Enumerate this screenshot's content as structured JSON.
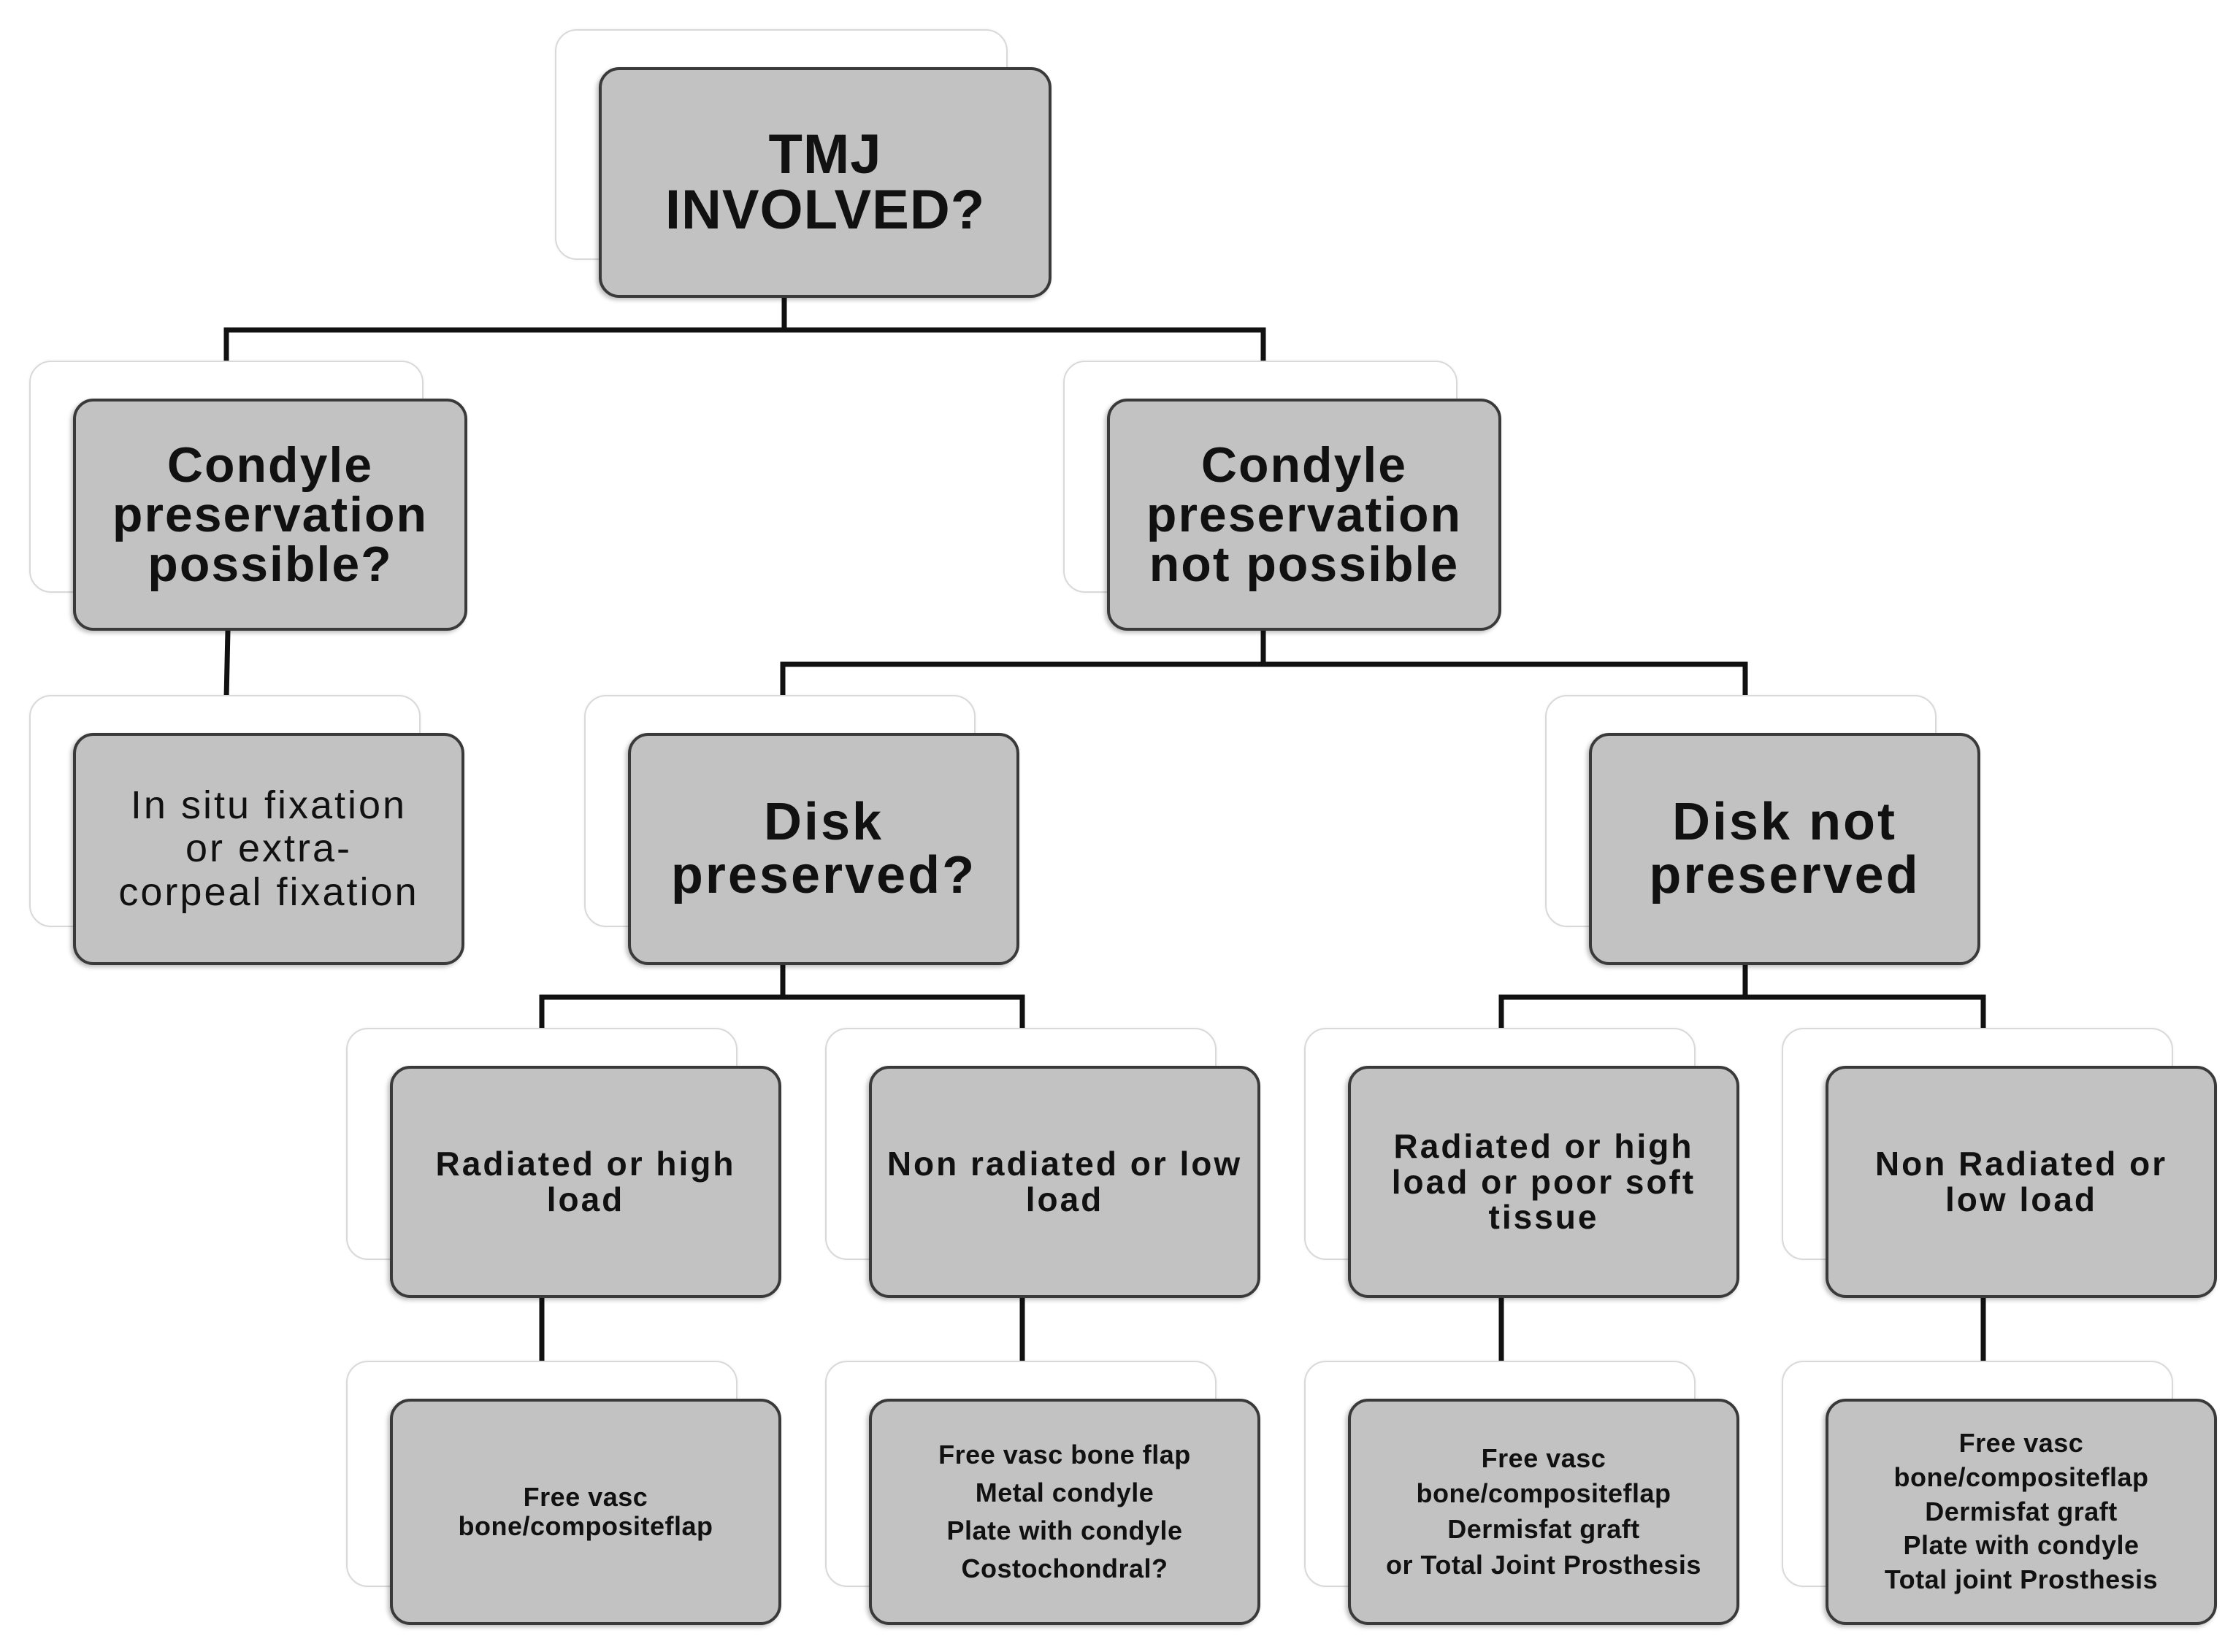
{
  "diagram": {
    "nodes": {
      "root": "TMJ\nINVOLVED?",
      "condyle_possible": "Condyle\npreservation\npossible?",
      "condyle_not_possible": "Condyle\npreservation\nnot possible",
      "fixation": "In situ fixation\nor extra-\ncorpeal fixation",
      "disk_preserved": "Disk\npreserved?",
      "disk_not_preserved": "Disk not\npreserved",
      "dp_radiated": "Radiated or high\nload",
      "dp_non_radiated": "Non radiated or low\nload",
      "dnp_radiated": "Radiated or high\nload or poor soft\ntissue",
      "dnp_non_radiated": "Non Radiated or\nlow load",
      "leaf_1": "Free vasc\nbone/compositeflap",
      "leaf_2": "Free vasc bone flap\nMetal condyle\nPlate with condyle\nCostochondral?",
      "leaf_3": "Free vasc\nbone/compositeflap\nDermisfat graft\nor Total Joint Prosthesis",
      "leaf_4": "Free vasc\nbone/compositeflap\nDermisfat graft\nPlate with condyle\nTotal joint Prosthesis"
    },
    "colors": {
      "box_fill": "#c2c2c2",
      "box_border": "#3a3a3a",
      "shadow_fill": "#ffffff",
      "line": "#111111"
    }
  }
}
